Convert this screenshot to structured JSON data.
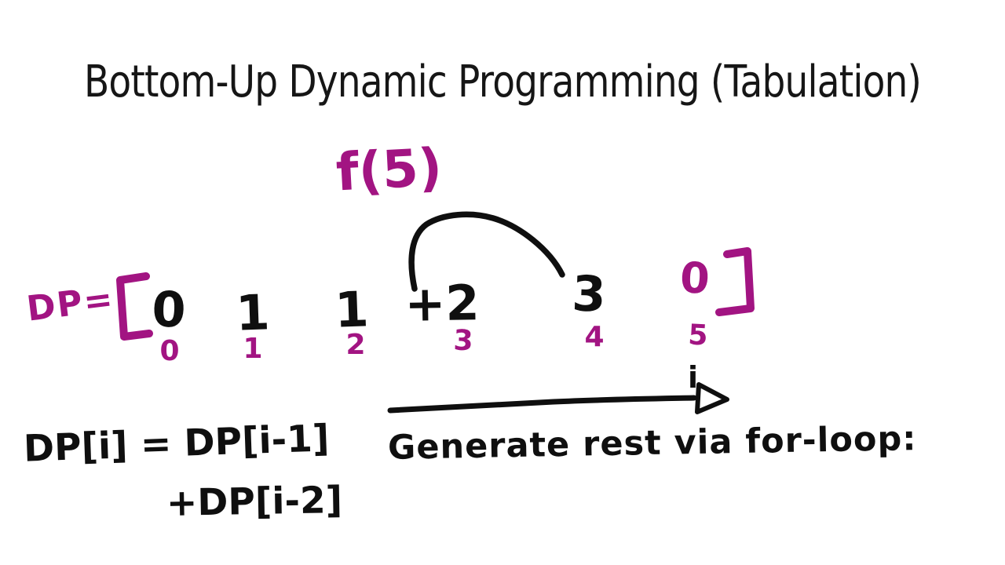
{
  "colors": {
    "background": "#ffffff",
    "ink": "#0f0f0f",
    "accent": "#a21482"
  },
  "title": "Bottom-Up Dynamic Programming (Tabulation)",
  "memo_call": "f(5)",
  "dp_array": {
    "label": "DP=",
    "open_bracket": "[",
    "close_bracket": "]",
    "values": [
      "0",
      "1",
      "1",
      "+2",
      "3",
      "0"
    ],
    "indices": [
      "0",
      "1",
      "2",
      "3",
      "4",
      "5"
    ]
  },
  "arrow": {
    "index_label": "i"
  },
  "recurrence": {
    "line1": "DP[i] = DP[i-1]",
    "line2": "+DP[i-2]"
  },
  "caption": "Generate rest via for-loop:"
}
